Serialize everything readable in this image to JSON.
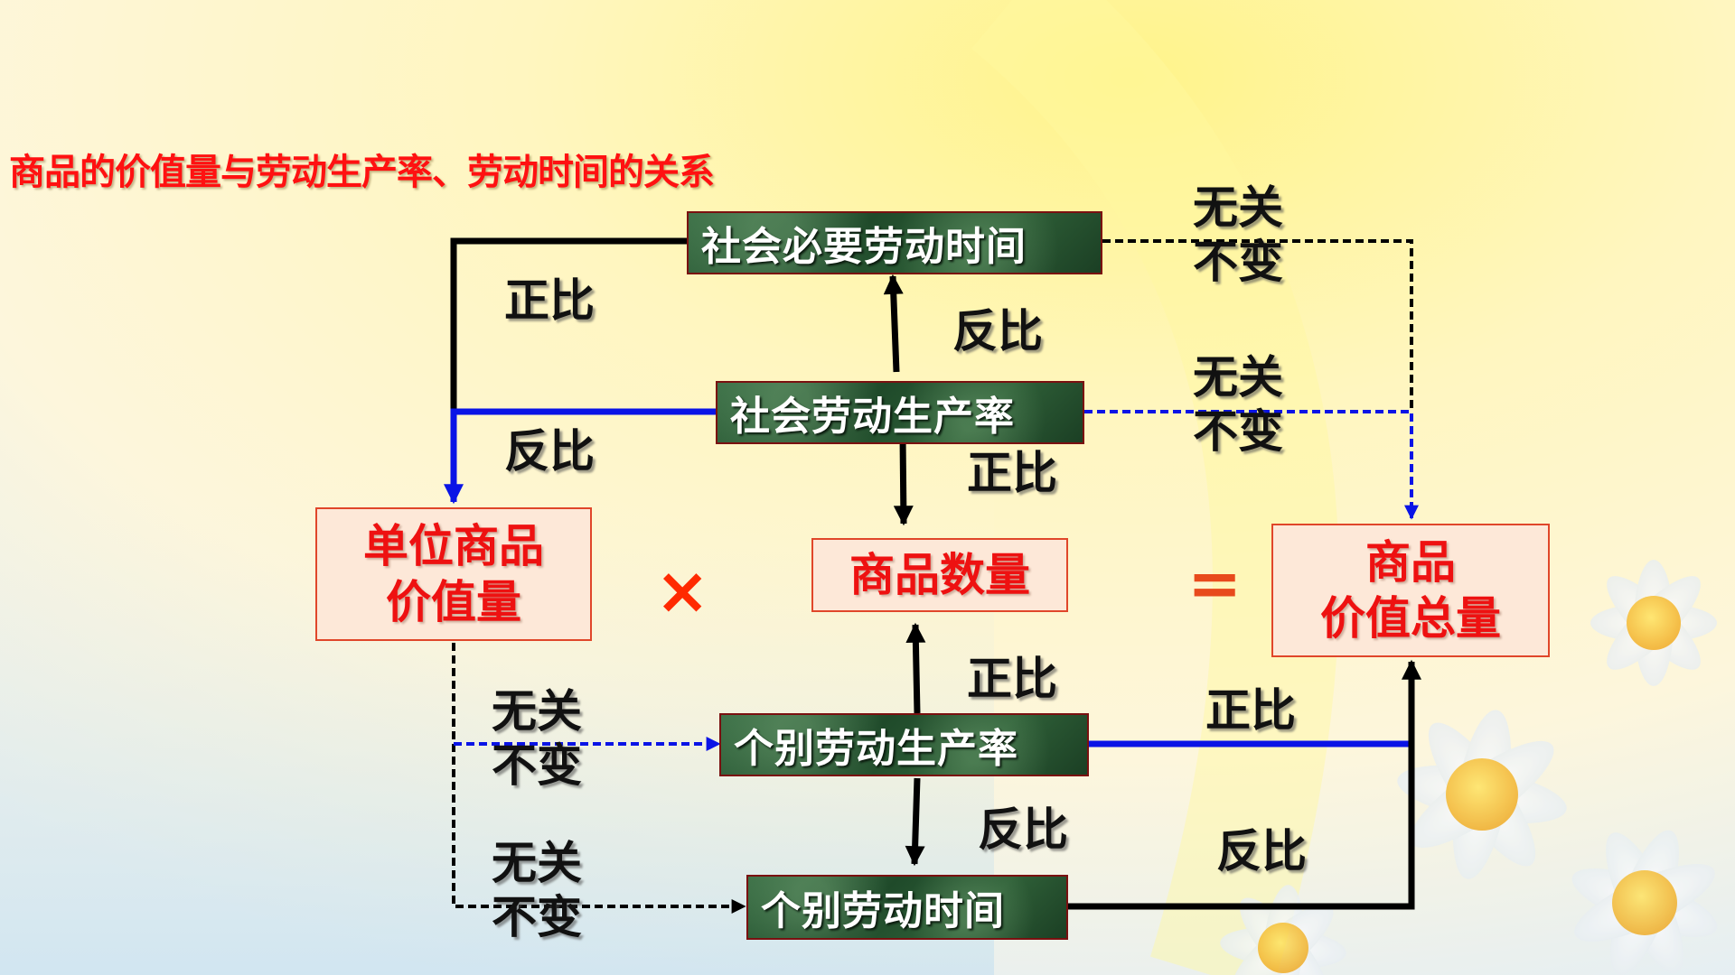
{
  "title": "商品的价值量与劳动生产率、劳动时间的关系",
  "colors": {
    "title": "#ff1111",
    "black_line": "#000000",
    "blue_line": "#0a14e6",
    "pink_box": "#fde8d8",
    "green_box": "#2a5a34"
  },
  "boxes": {
    "social_time": "社会必要劳动时间",
    "social_productivity": "社会劳动生产率",
    "unit_value_line1": "单位商品",
    "unit_value_line2": "价值量",
    "quantity": "商品数量",
    "total_line1": "商品",
    "total_line2": "价值总量",
    "individual_productivity": "个别劳动生产率",
    "individual_time": "个别劳动时间"
  },
  "operators": {
    "multiply": "×",
    "equals": "="
  },
  "relations": {
    "time_to_unit": "正比",
    "productivity_to_time": "反比",
    "productivity_to_unit": "反比",
    "productivity_to_quantity": "正比",
    "time_to_total_line1": "无关",
    "time_to_total_line2": "不变",
    "productivity_to_total_line1": "无关",
    "productivity_to_total_line2": "不变",
    "ind_productivity_to_quantity": "正比",
    "ind_productivity_to_total": "正比",
    "ind_productivity_to_ind_time": "反比",
    "ind_time_to_total": "反比",
    "unit_to_ind_productivity_line1": "无关",
    "unit_to_ind_productivity_line2": "不变",
    "unit_to_ind_time_line1": "无关",
    "unit_to_ind_time_line2": "不变"
  }
}
